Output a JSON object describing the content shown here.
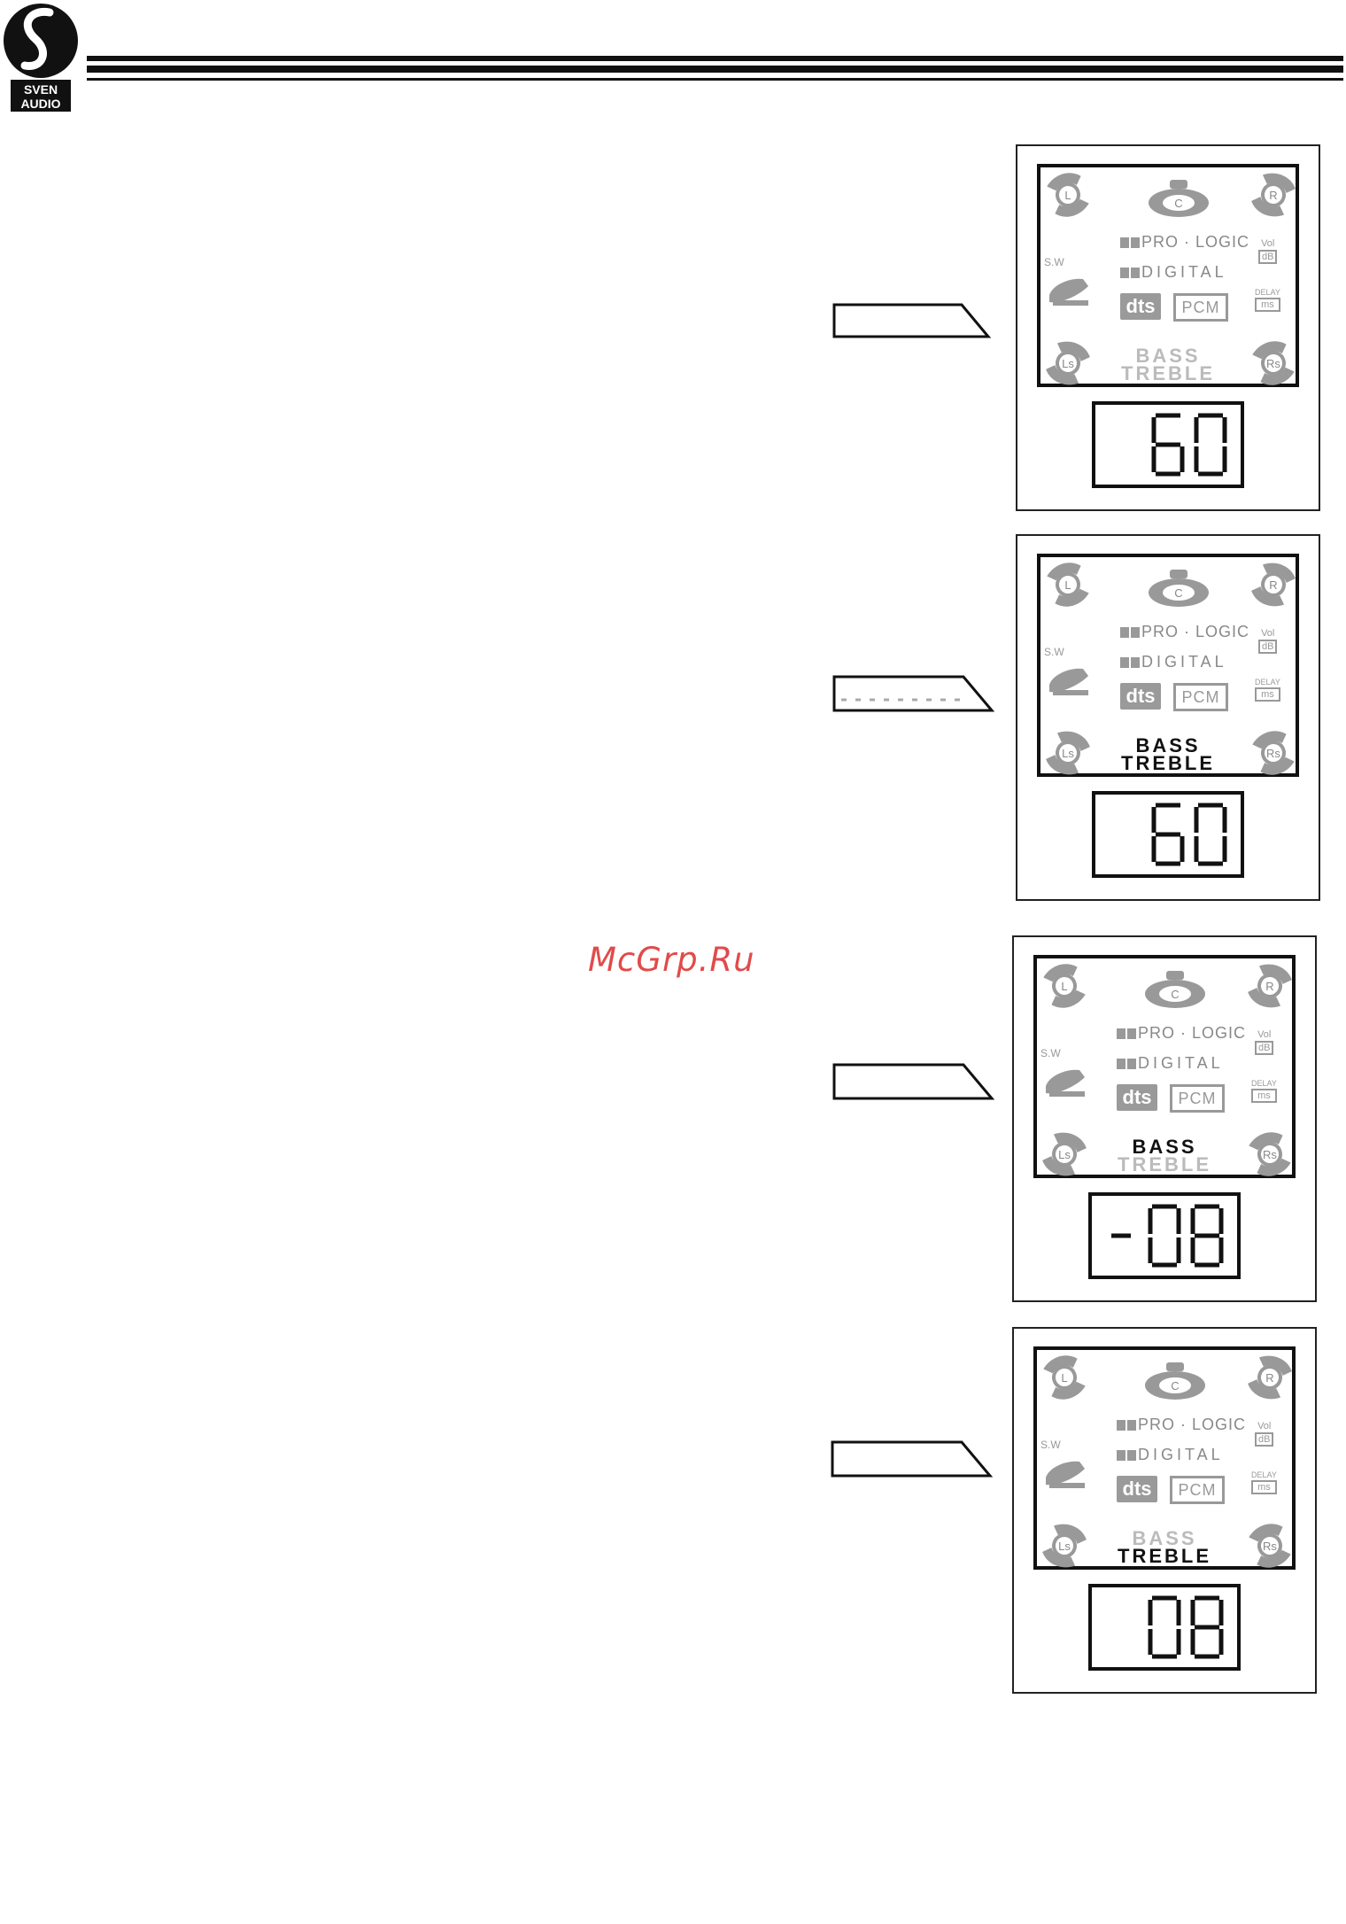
{
  "brand": {
    "logo_text_top": "SVEN",
    "logo_text_bottom": "AUDIO"
  },
  "watermark": "McGrp.Ru",
  "panels": [
    {
      "prologic": "PRO · LOGIC",
      "digital": "DIGITAL",
      "dts": "dts",
      "pcm": "PCM",
      "vol": "Vol",
      "db": "dB",
      "delay": "DELAY",
      "ms": "ms",
      "sw": "S.W",
      "bass": "BASS",
      "treble": "TREBLE",
      "bass_on": false,
      "treble_on": false,
      "display": "60",
      "spk": {
        "l": "L",
        "c": "C",
        "r": "R",
        "ls": "Ls",
        "rs": "Rs"
      }
    },
    {
      "prologic": "PRO · LOGIC",
      "digital": "DIGITAL",
      "dts": "dts",
      "pcm": "PCM",
      "vol": "Vol",
      "db": "dB",
      "delay": "DELAY",
      "ms": "ms",
      "sw": "S.W",
      "bass": "BASS",
      "treble": "TREBLE",
      "bass_on": true,
      "treble_on": true,
      "display": "60",
      "spk": {
        "l": "L",
        "c": "C",
        "r": "R",
        "ls": "Ls",
        "rs": "Rs"
      }
    },
    {
      "prologic": "PRO · LOGIC",
      "digital": "DIGITAL",
      "dts": "dts",
      "pcm": "PCM",
      "vol": "Vol",
      "db": "dB",
      "delay": "DELAY",
      "ms": "ms",
      "sw": "S.W",
      "bass": "BASS",
      "treble": "TREBLE",
      "bass_on": true,
      "treble_on": false,
      "display": "-08",
      "spk": {
        "l": "L",
        "c": "C",
        "r": "R",
        "ls": "Ls",
        "rs": "Rs"
      }
    },
    {
      "prologic": "PRO · LOGIC",
      "digital": "DIGITAL",
      "dts": "dts",
      "pcm": "PCM",
      "vol": "Vol",
      "db": "dB",
      "delay": "DELAY",
      "ms": "ms",
      "sw": "S.W",
      "bass": "BASS",
      "treble": "TREBLE",
      "bass_on": false,
      "treble_on": true,
      "display": "08",
      "spk": {
        "l": "L",
        "c": "C",
        "r": "R",
        "ls": "Ls",
        "rs": "Rs"
      }
    }
  ]
}
